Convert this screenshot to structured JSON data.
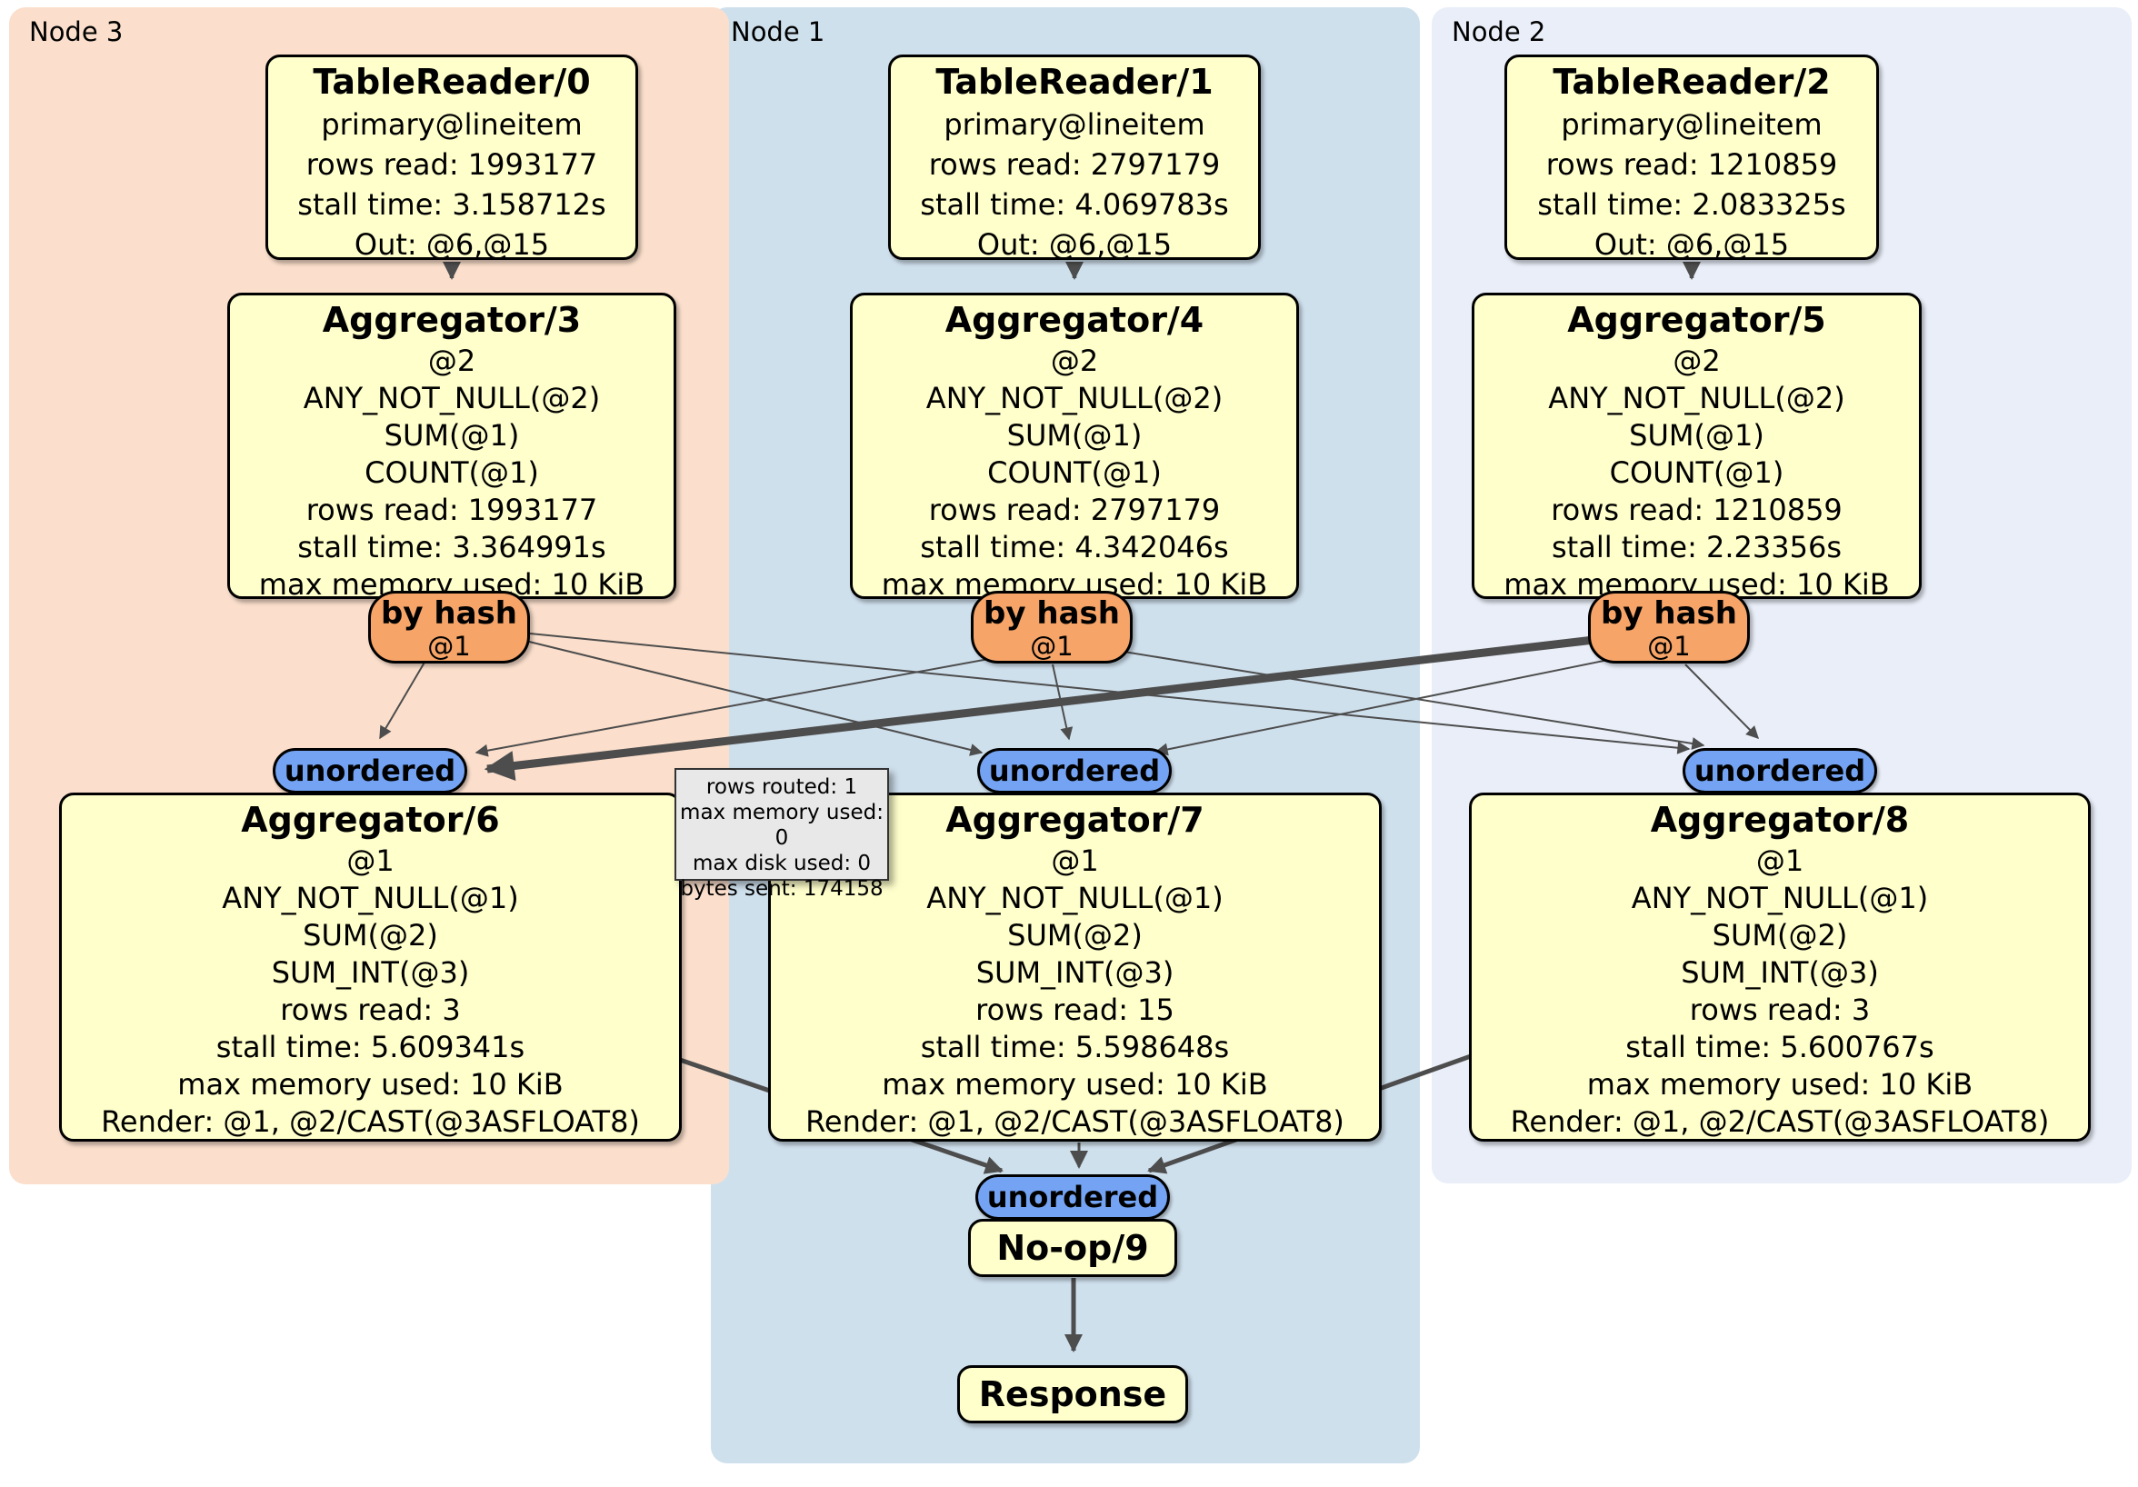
{
  "panels": {
    "node3": {
      "label": "Node 3"
    },
    "node1": {
      "label": "Node 1"
    },
    "node2": {
      "label": "Node 2"
    }
  },
  "processors": {
    "tablereader0": {
      "title": "TableReader/0",
      "lines": [
        "primary@lineitem",
        "rows read: 1993177",
        "stall time: 3.158712s",
        "Out: @6,@15"
      ]
    },
    "tablereader1": {
      "title": "TableReader/1",
      "lines": [
        "primary@lineitem",
        "rows read: 2797179",
        "stall time: 4.069783s",
        "Out: @6,@15"
      ]
    },
    "tablereader2": {
      "title": "TableReader/2",
      "lines": [
        "primary@lineitem",
        "rows read: 1210859",
        "stall time: 2.083325s",
        "Out: @6,@15"
      ]
    },
    "aggregator3": {
      "title": "Aggregator/3",
      "lines": [
        "@2",
        "ANY_NOT_NULL(@2)",
        "SUM(@1)",
        "COUNT(@1)",
        "rows read: 1993177",
        "stall time: 3.364991s",
        "max memory used: 10 KiB"
      ]
    },
    "aggregator4": {
      "title": "Aggregator/4",
      "lines": [
        "@2",
        "ANY_NOT_NULL(@2)",
        "SUM(@1)",
        "COUNT(@1)",
        "rows read: 2797179",
        "stall time: 4.342046s",
        "max memory used: 10 KiB"
      ]
    },
    "aggregator5": {
      "title": "Aggregator/5",
      "lines": [
        "@2",
        "ANY_NOT_NULL(@2)",
        "SUM(@1)",
        "COUNT(@1)",
        "rows read: 1210859",
        "stall time: 2.23356s",
        "max memory used: 10 KiB"
      ]
    },
    "aggregator6": {
      "title": "Aggregator/6",
      "lines": [
        "@1",
        "ANY_NOT_NULL(@1)",
        "SUM(@2)",
        "SUM_INT(@3)",
        "rows read: 3",
        "stall time: 5.609341s",
        "max memory used: 10 KiB",
        "Render: @1, @2/CAST(@3ASFLOAT8)"
      ]
    },
    "aggregator7": {
      "title": "Aggregator/7",
      "lines": [
        "@1",
        "ANY_NOT_NULL(@1)",
        "SUM(@2)",
        "SUM_INT(@3)",
        "rows read: 15",
        "stall time: 5.598648s",
        "max memory used: 10 KiB",
        "Render: @1, @2/CAST(@3ASFLOAT8)"
      ]
    },
    "aggregator8": {
      "title": "Aggregator/8",
      "lines": [
        "@1",
        "ANY_NOT_NULL(@1)",
        "SUM(@2)",
        "SUM_INT(@3)",
        "rows read: 3",
        "stall time: 5.600767s",
        "max memory used: 10 KiB",
        "Render: @1, @2/CAST(@3ASFLOAT8)"
      ]
    },
    "noop9": {
      "title": "No-op/9"
    },
    "response": {
      "title": "Response"
    }
  },
  "routers": {
    "byhash3": {
      "label": "by hash",
      "sub": "@1"
    },
    "byhash4": {
      "label": "by hash",
      "sub": "@1"
    },
    "byhash5": {
      "label": "by hash",
      "sub": "@1"
    }
  },
  "streams": {
    "unordered6": {
      "label": "unordered"
    },
    "unordered7": {
      "label": "unordered"
    },
    "unordered8": {
      "label": "unordered"
    },
    "unordered9": {
      "label": "unordered"
    }
  },
  "tooltip": {
    "lines": [
      "rows routed: 1",
      "max memory used: 0",
      "max disk used: 0",
      "bytes sent: 174158"
    ]
  },
  "colors": {
    "panel_node3": "#FBDFCC",
    "panel_node1": "#CFE0ED",
    "panel_node2": "#E9EEF8",
    "processor_fill": "#FFFFCC",
    "router_fill": "#F6A468",
    "stream_fill": "#74A3F3",
    "edge": "#4D4D4D",
    "tooltip_fill": "#E8E8E8"
  }
}
